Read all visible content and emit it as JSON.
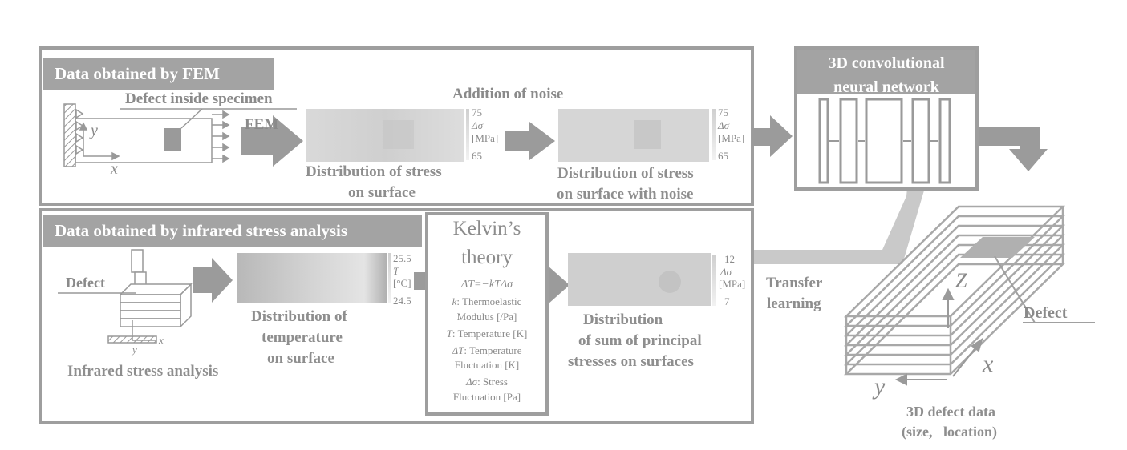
{
  "fem_panel": {
    "title": "Data obtained by FEM",
    "defect_label": "Defect inside specimen",
    "axis_y": "y",
    "axis_x": "x",
    "fem_arrow_label": "FEM",
    "noise_label": "Addition of  noise",
    "stress_caption_line1": "Distribution of stress",
    "stress_caption_line2": "on surface",
    "noise_caption_line1": "Distribution of stress",
    "noise_caption_line2": "on surface with noise",
    "scale1": {
      "max": "75",
      "unit_sym": "Δσ",
      "unit": "[MPa]",
      "min": "65"
    },
    "scale2": {
      "max": "75",
      "unit_sym": "Δσ",
      "unit": "[MPa]",
      "min": "65"
    }
  },
  "infrared_panel": {
    "title": "Data obtained by infrared stress analysis",
    "defect_label": "Defect",
    "axis_y": "y",
    "axis_x": "x",
    "setup_caption": "Infrared stress analysis",
    "temp_caption_line1": "Distribution of",
    "temp_caption_line2": "temperature",
    "temp_caption_line3": "on surface",
    "temp_scale": {
      "max": "25.5",
      "unit_sym": "T",
      "unit": "[°C]",
      "min": "24.5"
    },
    "sum_caption_line1": "Distribution",
    "sum_caption_line2": "of sum of principal",
    "sum_caption_line3": "stresses on surfaces",
    "sum_scale": {
      "max": "12",
      "unit_sym": "Δσ",
      "unit": "[MPa]",
      "min": "7"
    }
  },
  "kelvin": {
    "title_line1": "Kelvin’s",
    "title_line2": "theory",
    "equation": "ΔT=−kTΔσ",
    "def_k_sym": "k",
    "def_k_text": ": Thermoelastic",
    "def_k_text2": "Modulus [/Pa]",
    "def_T_sym": "T",
    "def_T_text": ": Temperature [K]",
    "def_dT_sym": "ΔT",
    "def_dT_text": ": Temperature",
    "def_dT_text2": "Fluctuation [K]",
    "def_ds_sym": "Δσ",
    "def_ds_text": ": Stress",
    "def_ds_text2": "Fluctuation [Pa]"
  },
  "cnn": {
    "title_line1": "3D convolutional",
    "title_line2": "neural network"
  },
  "transfer": {
    "line1": "Transfer",
    "line2": "learning"
  },
  "output": {
    "axis_z": "Z",
    "axis_x": "x",
    "axis_y": "y",
    "defect_label": "Defect",
    "caption_line1": "3D defect data",
    "caption_line2": "(size,   location)"
  },
  "colors": {
    "panel_border": "#9e9e9e",
    "header_bg": "#a3a3a3",
    "arrow": "#9b9b9b",
    "text": "#8a8a8a"
  }
}
